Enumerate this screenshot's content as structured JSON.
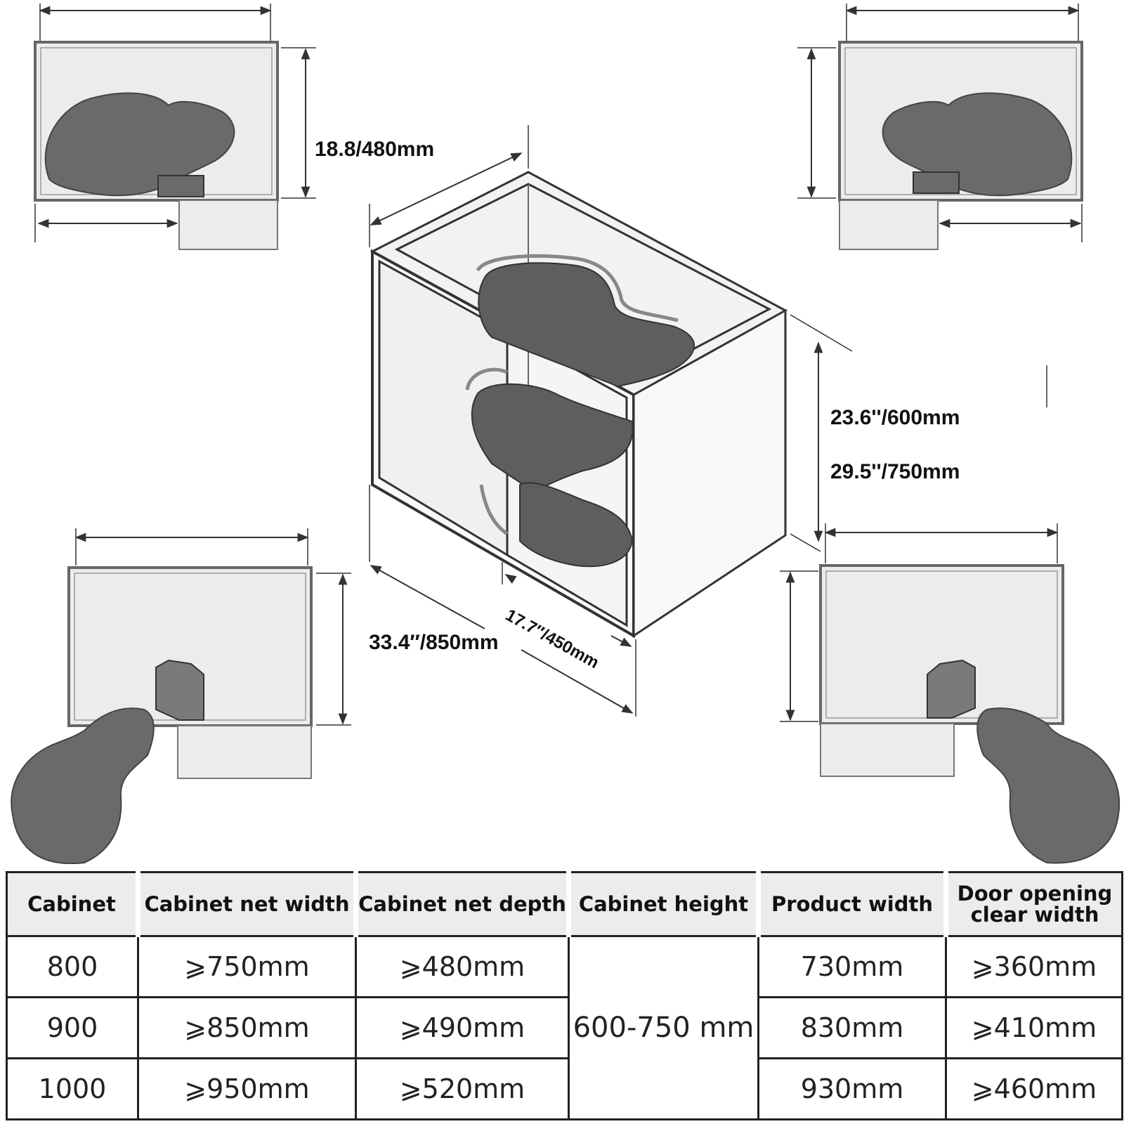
{
  "dimensions": {
    "depth_label": "18.8/480mm",
    "height_label_1": "23.6''/600mm",
    "height_label_2": "29.5''/750mm",
    "width_label": "33.4″/850mm",
    "door_label": "17.7″/450mm"
  },
  "table": {
    "headers": [
      "Cabinet",
      "Cabinet net width",
      "Cabinet net depth",
      "Cabinet height",
      "Product width",
      "Door opening clear width"
    ],
    "height_value": "600-750 mm",
    "rows": [
      {
        "cabinet": "800",
        "net_width": "⩾750mm",
        "net_depth": "⩾480mm",
        "product_width": "730mm",
        "door_width": "⩾360mm"
      },
      {
        "cabinet": "900",
        "net_width": "⩾850mm",
        "net_depth": "⩾490mm",
        "product_width": "830mm",
        "door_width": "⩾410mm"
      },
      {
        "cabinet": "1000",
        "net_width": "⩾950mm",
        "net_depth": "⩾520mm",
        "product_width": "930mm",
        "door_width": "⩾460mm"
      }
    ]
  },
  "colors": {
    "tray": "#6a6a6a",
    "cabinet_fill": "#ececec",
    "line": "#333333"
  }
}
